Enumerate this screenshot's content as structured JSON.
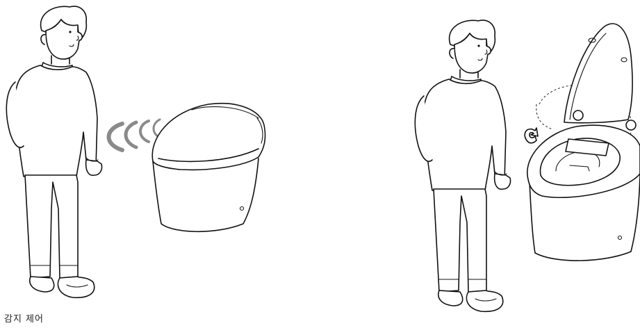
{
  "caption": "감지 제어",
  "panels": [
    {
      "name": "approach",
      "elements": [
        "person",
        "sensor-waves",
        "closed-toilet"
      ]
    },
    {
      "name": "lid-open",
      "elements": [
        "person",
        "rotate-arrow",
        "open-toilet",
        "lid-motion-outline"
      ]
    }
  ]
}
